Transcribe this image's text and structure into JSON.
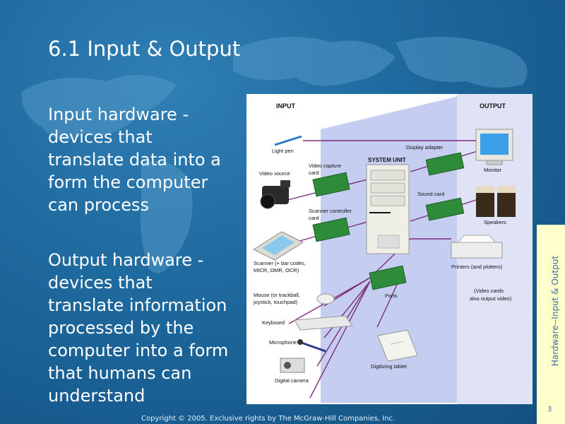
{
  "slide": {
    "title": "6.1 Input & Output",
    "bullet1": [
      "Input hardware -",
      "devices that",
      "translate data into a",
      "form the computer",
      "can process"
    ],
    "bullet2": [
      "Output hardware -",
      "devices that",
      "translate information",
      "processed by the",
      "computer into a form",
      "that humans can",
      "understand"
    ],
    "sidebar_text": "Hardware--Input & Output",
    "page_number": "3",
    "copyright": "Copyright © 2005. Exclusive rights by The McGraw-Hill Companies, Inc."
  },
  "diagram": {
    "input_header": "INPUT",
    "output_header": "OUTPUT",
    "system_unit": "SYSTEM UNIT",
    "light_pen": "Light pen",
    "video_source": "Video source",
    "video_capture": [
      "Video capture",
      "card"
    ],
    "scanner_controller": [
      "Scanner controller",
      "card"
    ],
    "scanner": [
      "Scanner (+ bar codes,",
      "MICR, OMR, OCR)"
    ],
    "mouse": [
      "Mouse (or trackball,",
      "joystick, touchpad)"
    ],
    "keyboard": "Keyboard",
    "microphone": "Microphone",
    "digital_camera": "Digital camera",
    "digitizing_tablet": "Digitizing tablet",
    "ports": "Ports",
    "display_adapter": "Display adapter",
    "monitor": "Monitor",
    "sound_card": "Sound card",
    "speakers": "Speakers",
    "printers": "Printers (and plotters)",
    "video_note": [
      "(Video cards",
      "also output video)"
    ]
  },
  "colors": {
    "panel": "#c5cdf0",
    "wire": "#7b2d7e",
    "board": "#2e8b3a",
    "title": "#ffffff"
  }
}
